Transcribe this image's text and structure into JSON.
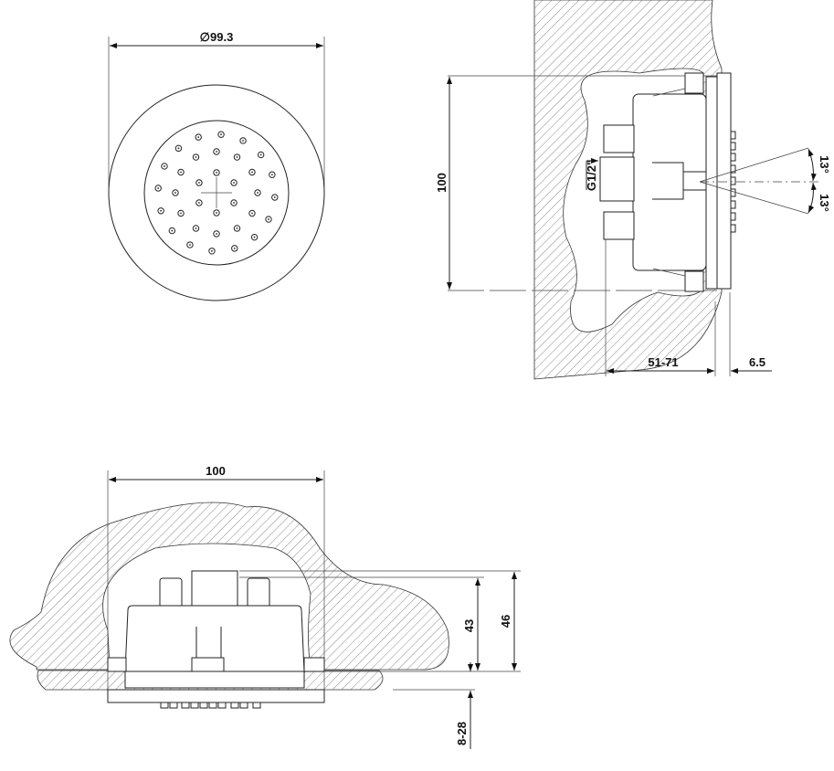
{
  "front_view": {
    "diameter_label": "∅99.3"
  },
  "side_view": {
    "height_label": "100",
    "thread_label": "G1/2\"",
    "angle_up_label": "13°",
    "angle_down_label": "13°",
    "depth_label": "51-71",
    "protrusion_label": "6.5"
  },
  "bottom_view": {
    "width_label": "100",
    "height_43_label": "43",
    "height_46_label": "46",
    "wall_label": "8-28"
  }
}
